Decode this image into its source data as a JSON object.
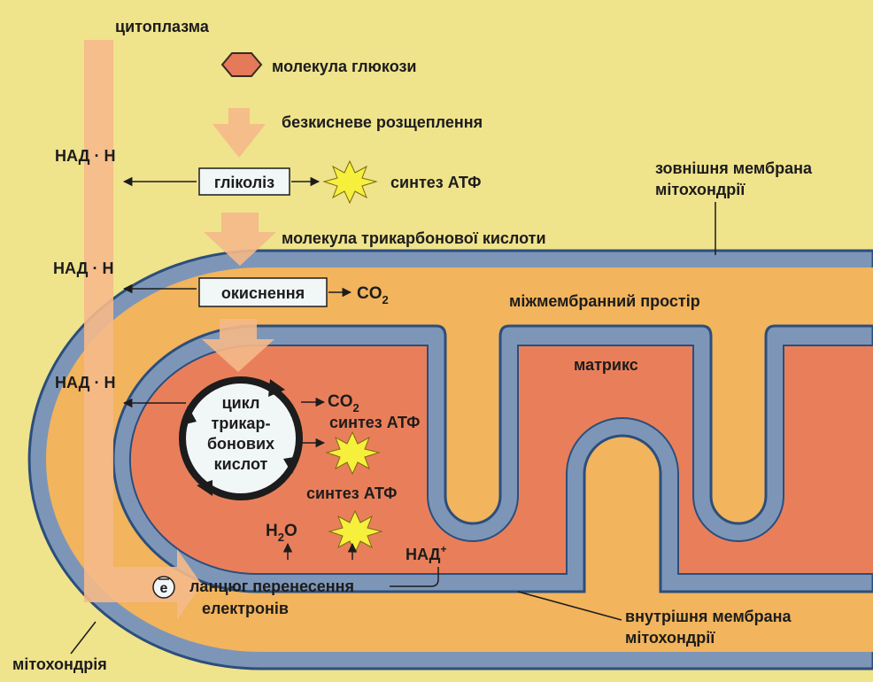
{
  "labels": {
    "cytoplasm": "цитоплазма",
    "glucose": "молекула глюкози",
    "anaerobic": "безкисневе розщеплення",
    "glycolysis": "гліколіз",
    "atp_synthesis": "синтез АТФ",
    "nadh": "НАД · Н",
    "outer_membrane_1": "зовнішня мембрана",
    "outer_membrane_2": "мітохондрії",
    "tricarboxylic_molecule": "молекула трикарбонової кислоти",
    "oxidation": "окиснення",
    "co2_main": "CO",
    "co2_sub": "2",
    "intermembrane_space": "міжмембранний простір",
    "matrix": "матрикс",
    "cycle_line1": "цикл",
    "cycle_line2": "трикар-",
    "cycle_line3": "бонових",
    "cycle_line4": "кислот",
    "h2o_main": "H",
    "h2o_sub": "2",
    "h2o_tail": "O",
    "nad_plus_main": "НАД",
    "nad_plus_sup": "+",
    "electron_symbol": "e",
    "etc_line1": "ланцюг перенесення",
    "etc_line2": "електронів",
    "inner_membrane_1": "внутрішня мембрана",
    "inner_membrane_2": "мітохондрії",
    "mitochondrion": "мітохондрія"
  },
  "colors": {
    "background": "#efe38c",
    "membrane": "#7d96b8",
    "membrane_edge": "#2c4e7c",
    "intermembrane": "#f2b45c",
    "matrix": "#e97f5a",
    "arrow": "#f5b989",
    "atp_star": "#f6ef3c",
    "box_fill": "#f1f6f6",
    "glucose": "#e47a5a"
  }
}
